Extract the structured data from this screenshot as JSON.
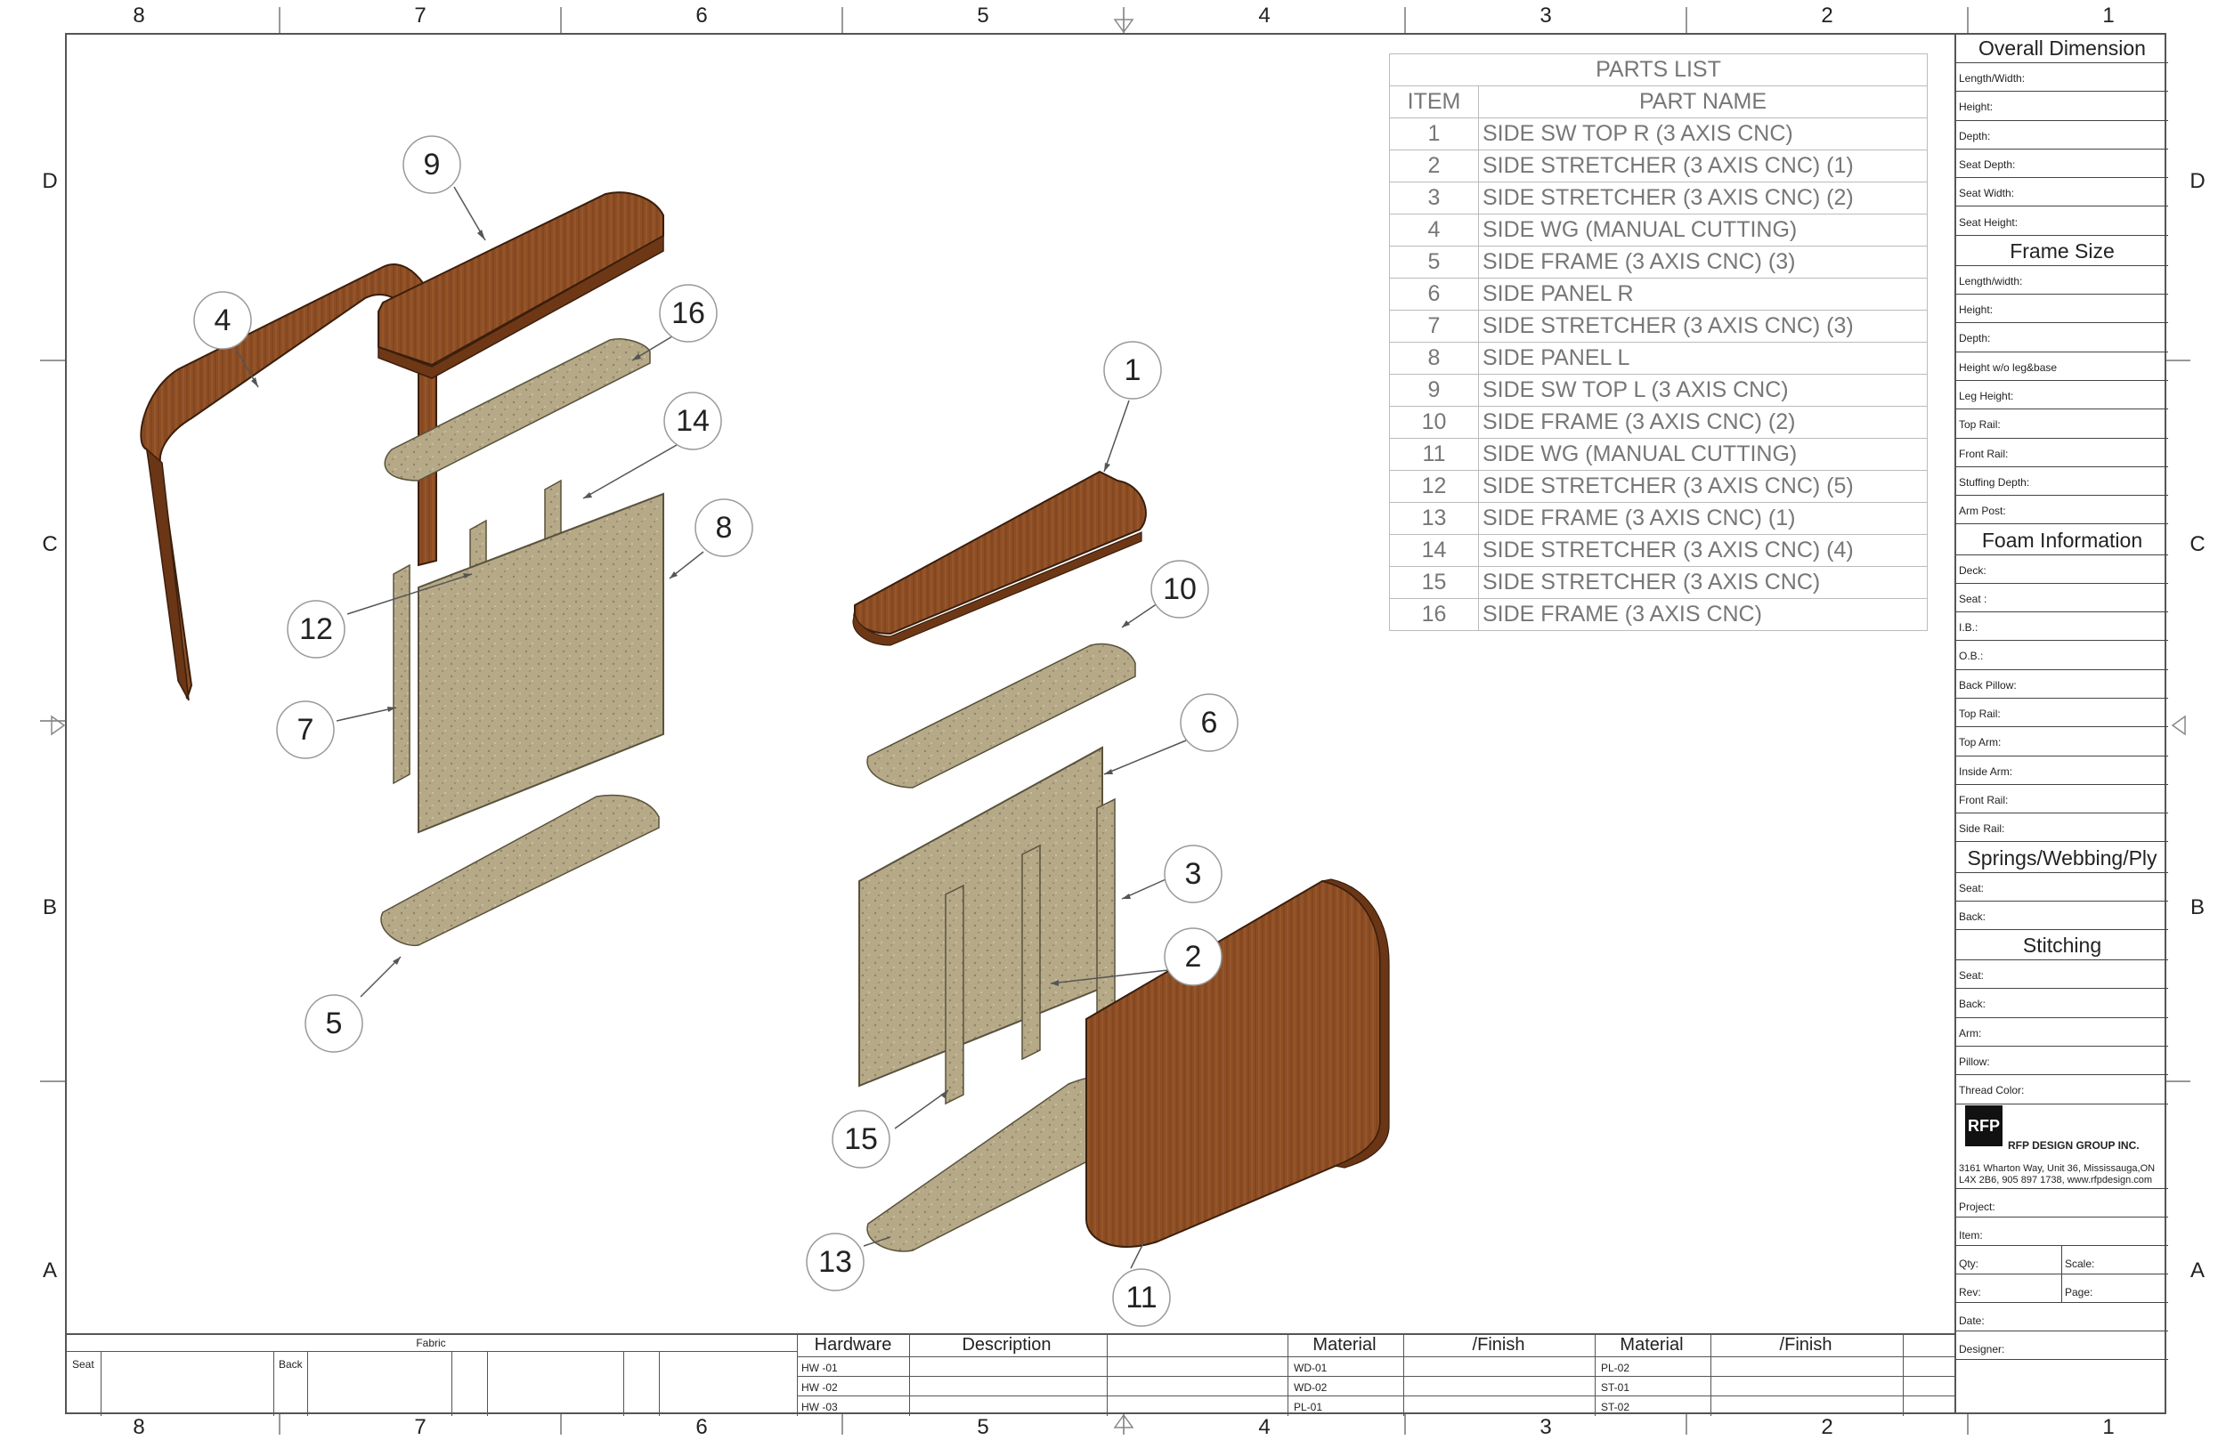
{
  "zones": {
    "columns": [
      "8",
      "7",
      "6",
      "5",
      "4",
      "3",
      "2",
      "1"
    ],
    "rows": [
      "D",
      "C",
      "B",
      "A"
    ]
  },
  "parts_list": {
    "title": "PARTS LIST",
    "col_item": "ITEM",
    "col_name": "PART NAME",
    "rows": [
      {
        "item": "1",
        "name": "SIDE SW TOP R (3 AXIS CNC)"
      },
      {
        "item": "2",
        "name": "SIDE STRETCHER (3 AXIS CNC) (1)"
      },
      {
        "item": "3",
        "name": "SIDE STRETCHER (3 AXIS CNC) (2)"
      },
      {
        "item": "4",
        "name": "SIDE WG (MANUAL CUTTING)"
      },
      {
        "item": "5",
        "name": "SIDE FRAME (3 AXIS CNC) (3)"
      },
      {
        "item": "6",
        "name": "SIDE PANEL R"
      },
      {
        "item": "7",
        "name": "SIDE STRETCHER (3 AXIS CNC) (3)"
      },
      {
        "item": "8",
        "name": "SIDE PANEL L"
      },
      {
        "item": "9",
        "name": "SIDE SW TOP L (3 AXIS CNC)"
      },
      {
        "item": "10",
        "name": "SIDE FRAME (3 AXIS CNC) (2)"
      },
      {
        "item": "11",
        "name": "SIDE WG (MANUAL CUTTING)"
      },
      {
        "item": "12",
        "name": "SIDE STRETCHER (3 AXIS CNC) (5)"
      },
      {
        "item": "13",
        "name": "SIDE FRAME (3 AXIS CNC) (1)"
      },
      {
        "item": "14",
        "name": "SIDE STRETCHER (3 AXIS CNC) (4)"
      },
      {
        "item": "15",
        "name": "SIDE STRETCHER (3 AXIS CNC)"
      },
      {
        "item": "16",
        "name": "SIDE FRAME (3 AXIS CNC)"
      }
    ]
  },
  "callouts": [
    "1",
    "2",
    "3",
    "4",
    "5",
    "6",
    "7",
    "8",
    "9",
    "10",
    "11",
    "12",
    "13",
    "14",
    "15",
    "16"
  ],
  "title_block": {
    "overall": {
      "heading": "Overall Dimension",
      "fields": [
        "Length/Width:",
        "Height:",
        "Depth:",
        "Seat Depth:",
        "Seat Width:",
        "Seat Height:"
      ]
    },
    "frame": {
      "heading": "Frame Size",
      "fields": [
        "Length/width:",
        "Height:",
        "Depth:",
        "Height w/o leg&base",
        "Leg Height:",
        "Top Rail:",
        "Front Rail:",
        "Stuffing Depth:",
        "Arm Post:"
      ]
    },
    "foam": {
      "heading": "Foam Information",
      "fields": [
        "Deck:",
        "Seat :",
        "I.B.:",
        "O.B.:",
        "Back Pillow:",
        "Top Rail:",
        "Top Arm:",
        "Inside Arm:",
        "Front Rail:",
        "Side Rail:"
      ]
    },
    "springs": {
      "heading": "Springs/Webbing/Ply",
      "fields": [
        "Seat:",
        "Back:"
      ]
    },
    "stitching": {
      "heading": "Stitching",
      "fields": [
        "Seat:",
        "Back:",
        "Arm:",
        "Pillow:",
        "Thread Color:"
      ]
    },
    "company": {
      "logo": "RFP",
      "name": "RFP DESIGN GROUP INC.",
      "address1": "3161 Wharton Way, Unit 36, Mississauga,ON",
      "address2": "L4X 2B6, 905 897 1738, www.rfpdesign.com"
    },
    "project": "Project:",
    "item": "Item:",
    "qty": "Qty:",
    "scale": "Scale:",
    "rev": "Rev:",
    "page": "Page:",
    "date": "Date:",
    "designer": "Designer:"
  },
  "bottom": {
    "fabric": "Fabric",
    "seat": "Seat",
    "back": "Back",
    "hardware": "Hardware",
    "description": "Description",
    "hw": [
      "HW -01",
      "HW -02",
      "HW -03"
    ],
    "material1": "Material",
    "finish1": "/Finish",
    "mat1": [
      "WD-01",
      "WD-02",
      "PL-01"
    ],
    "material2": "Material",
    "finish2": "/Finish",
    "mat2": [
      "PL-02",
      "ST-01",
      "ST-02"
    ]
  },
  "colors": {
    "wood": "#8a4a22",
    "board": "#b9ad8c",
    "line": "#555555"
  }
}
